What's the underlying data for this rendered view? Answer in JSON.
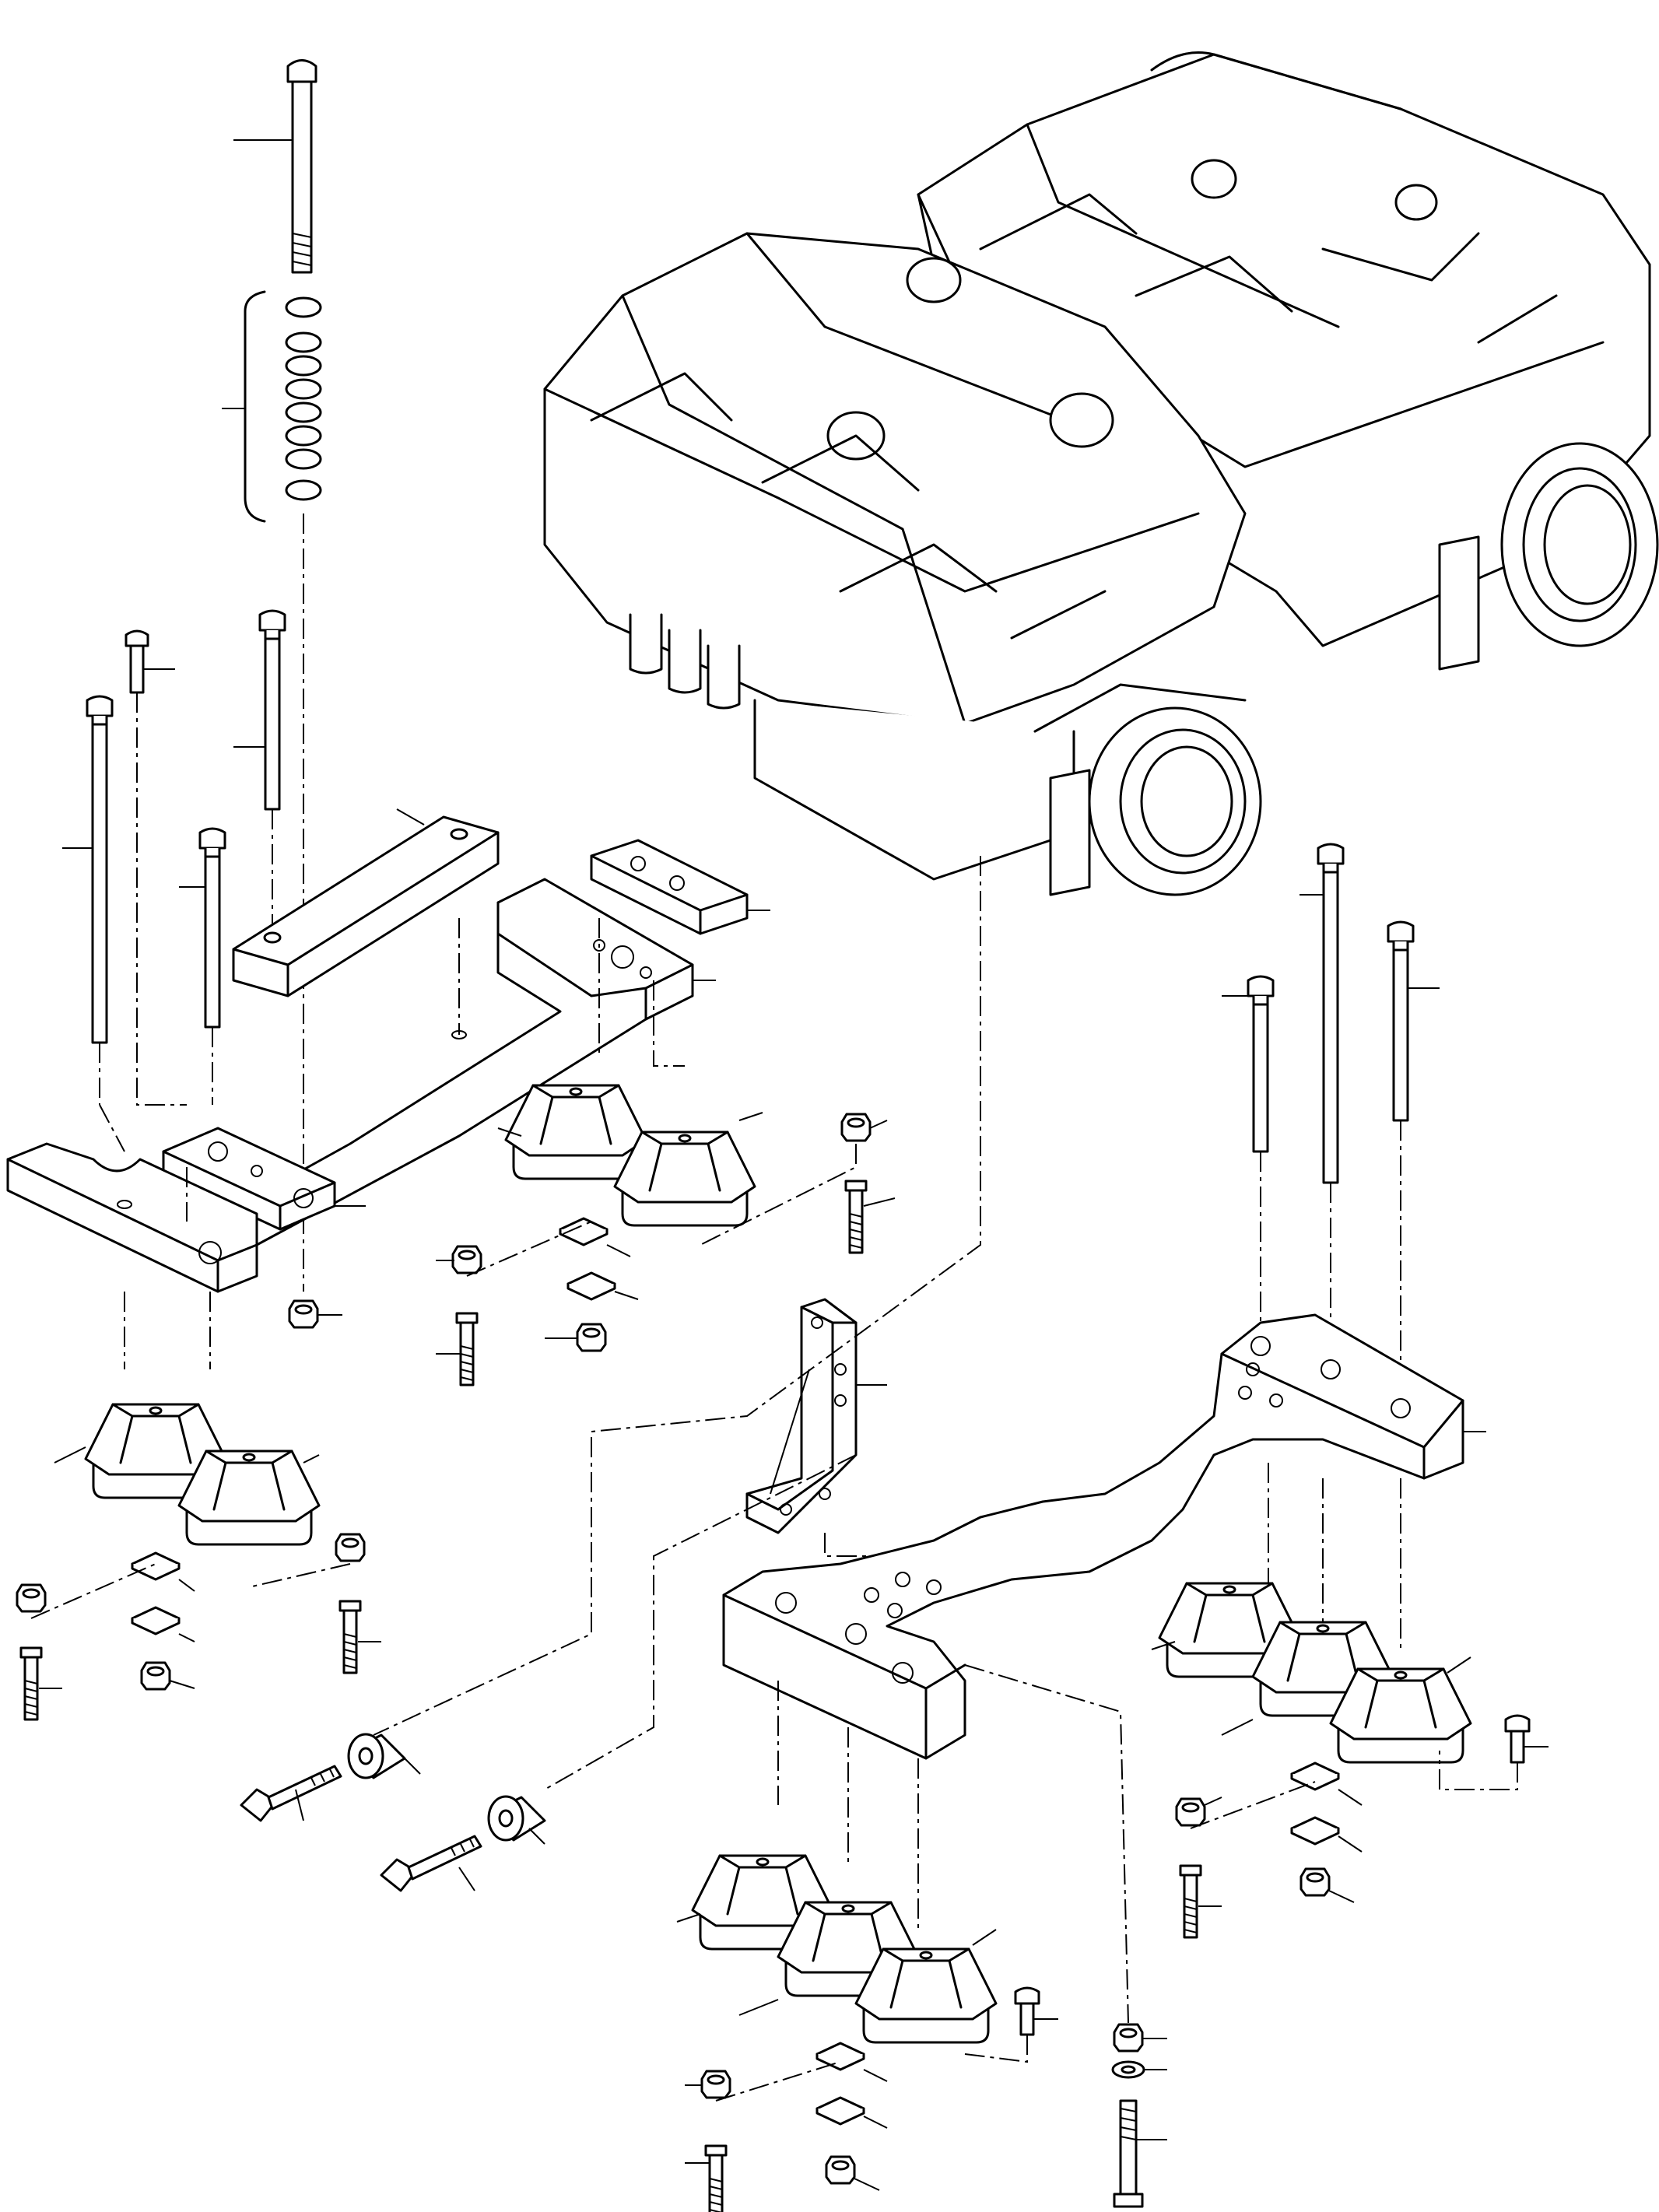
{
  "figure": {
    "description_shown": false,
    "line_color": "#000000",
    "background": "#ffffff"
  },
  "parts": [
    {
      "name": "engine-assembly"
    },
    {
      "name": "long-bolt"
    },
    {
      "name": "washer-stack"
    },
    {
      "name": "mounting-bracket-left"
    },
    {
      "name": "mounting-bracket-right"
    },
    {
      "name": "rubber-mount"
    },
    {
      "name": "nut"
    },
    {
      "name": "short-bolt"
    },
    {
      "name": "spacer-sleeve"
    },
    {
      "name": "support-plate"
    }
  ]
}
